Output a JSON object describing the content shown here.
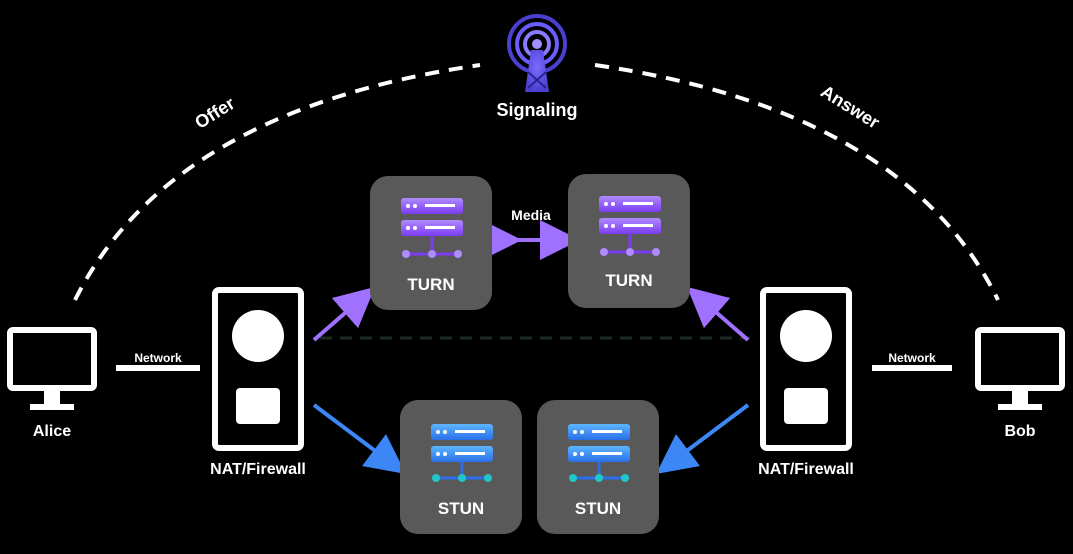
{
  "signaling": {
    "label": "Signaling"
  },
  "turn_servers": [
    {
      "label": "TURN"
    },
    {
      "label": "TURN"
    }
  ],
  "stun_servers": [
    {
      "label": "STUN"
    },
    {
      "label": "STUN"
    }
  ],
  "links": {
    "turn_relay": "Media",
    "left_signal": "Offer",
    "right_signal": "Answer",
    "left_local": "Network",
    "right_local": "Network"
  },
  "peers": {
    "left": {
      "label": "Alice",
      "gateway": "NAT/Firewall"
    },
    "right": {
      "label": "Bob",
      "gateway": "NAT/Firewall"
    }
  },
  "colors": {
    "turn": "#8a4dff",
    "turn_light": "#b08bff",
    "stun": "#2f7cf6",
    "stun_light": "#4da3ff",
    "card": "#595959",
    "signal": "#6a5cff"
  }
}
